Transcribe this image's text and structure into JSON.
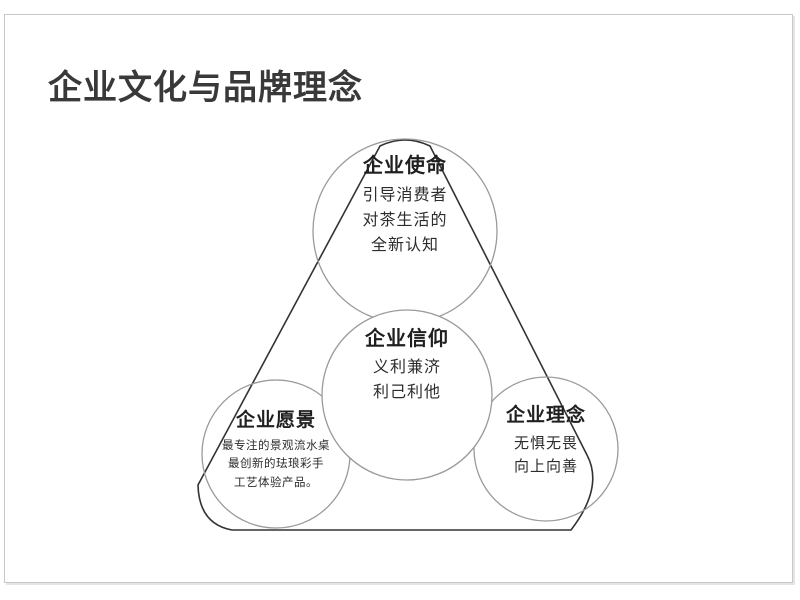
{
  "slide": {
    "title": "企业文化与品牌理念",
    "background_color": "#ffffff",
    "title_color": "#393939",
    "border_color": "#c8c8c8"
  },
  "diagram": {
    "type": "rounded-triangle-with-circles",
    "outline_color": "#333333",
    "circle_outline_color": "#999999",
    "nodes": [
      {
        "id": "mission",
        "title": "企业使命",
        "lines": [
          "引导消费者",
          "对茶生活的",
          "全新认知"
        ],
        "position": "top"
      },
      {
        "id": "faith",
        "title": "企业信仰",
        "lines": [
          "义利兼济",
          "利己利他"
        ],
        "position": "center"
      },
      {
        "id": "vision",
        "title": "企业愿景",
        "lines": [
          "最专注的景观流水桌",
          "最创新的珐琅彩手",
          "工艺体验产品。"
        ],
        "position": "bottom-left"
      },
      {
        "id": "philosophy",
        "title": "企业理念",
        "lines": [
          "无惧无畏",
          "向上向善"
        ],
        "position": "bottom-right"
      }
    ]
  }
}
